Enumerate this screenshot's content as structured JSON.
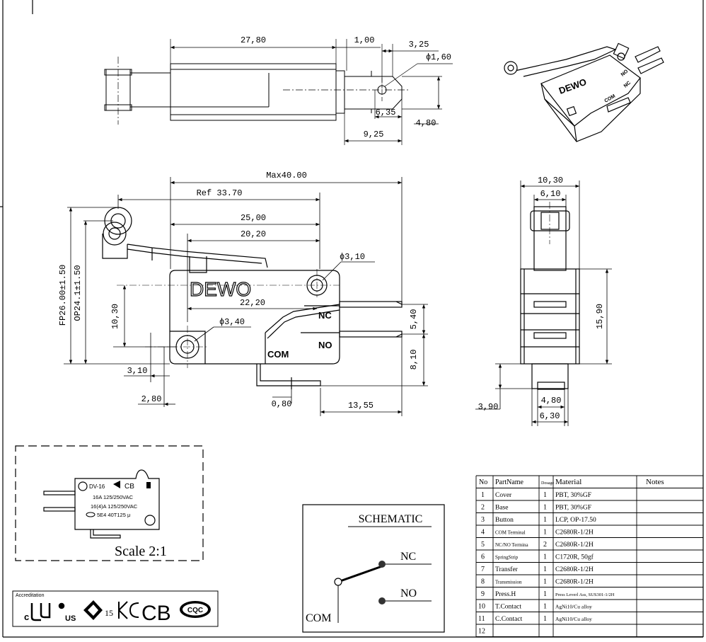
{
  "views": {
    "top": {
      "dims": {
        "length": "27,80",
        "offset": "1,00",
        "pin_spacing": "3,25",
        "hole_dia": "ϕ1,60",
        "pin_inner": "6,35",
        "pin_outer": "9,25",
        "pin_width": "4,80"
      }
    },
    "iso": {
      "brand": "DEWO",
      "mark_no": "NO",
      "mark_nc": "NC",
      "mark_com": "COM"
    },
    "front": {
      "brand": "DEWO",
      "terminal_nc": "NC",
      "terminal_no": "NO",
      "terminal_com": "COM",
      "dims": {
        "max_len": "Max40.00",
        "ref_len": "Ref  33.70",
        "body_25": "25,00",
        "body_20": "20,20",
        "hole_right": "ϕ3,10",
        "hole_spacing": "22,20",
        "hole_left": "ϕ3,40",
        "height_10": "10,30",
        "fp": "FP26.00±1.50",
        "op": "OP24.1±1.50",
        "dim_310": "3,10",
        "dim_280": "2,80",
        "dim_540": "5,40",
        "dim_810": "8,10",
        "dim_080": "0,80",
        "dim_1355": "13,55"
      }
    },
    "side": {
      "dims": {
        "width_outer": "10,30",
        "width_inner": "6,10",
        "height": "15,90",
        "bottom_offset": "3,90",
        "pin_w_inner": "4,80",
        "pin_w_outer": "6,30"
      }
    }
  },
  "label_view": {
    "model": "DV-16",
    "cb": "CB",
    "line1": "16A 125/250VAC",
    "line2": "16(4)A 125/250VAC",
    "line3": "5E4   40T125  μ",
    "scale": "Scale 2:1"
  },
  "accreditation": {
    "title": "Accreditation",
    "marks": [
      "c",
      "US",
      "15",
      "CB",
      "CQC"
    ]
  },
  "schematic": {
    "title": "SCHEMATIC",
    "nc": "NC",
    "no": "NO",
    "com": "COM"
  },
  "bom": {
    "headers": [
      "No",
      "PartName",
      "Dosage",
      "Material",
      "Notes"
    ],
    "rows": [
      [
        "1",
        "Cover",
        "1",
        "PBT, 30%GF",
        ""
      ],
      [
        "2",
        "Base",
        "1",
        "PBT, 30%GF",
        ""
      ],
      [
        "3",
        "Button",
        "1",
        "LCP,  OP-17.50",
        ""
      ],
      [
        "4",
        "COM Terminal",
        "1",
        "C2680R-1/2H",
        ""
      ],
      [
        "5",
        "NC/NO Termina",
        "2",
        "C2680R-1/2H",
        ""
      ],
      [
        "6",
        "SpringStrip",
        "1",
        "C1720R, 50gf",
        ""
      ],
      [
        "7",
        "Transfer",
        "1",
        "C2680R-1/2H",
        ""
      ],
      [
        "8",
        "Transmission",
        "1",
        "C2680R-1/2H",
        ""
      ],
      [
        "9",
        "Press.H",
        "1",
        "Press Leverl Ass, SUS301-1/2H",
        ""
      ],
      [
        "10",
        "T.Contact",
        "1",
        "AgNi10/Cu alloy",
        ""
      ],
      [
        "11",
        "C.Contact",
        "1",
        "AgNi10/Cu alloy",
        ""
      ],
      [
        "12",
        "",
        "",
        "",
        ""
      ]
    ]
  }
}
